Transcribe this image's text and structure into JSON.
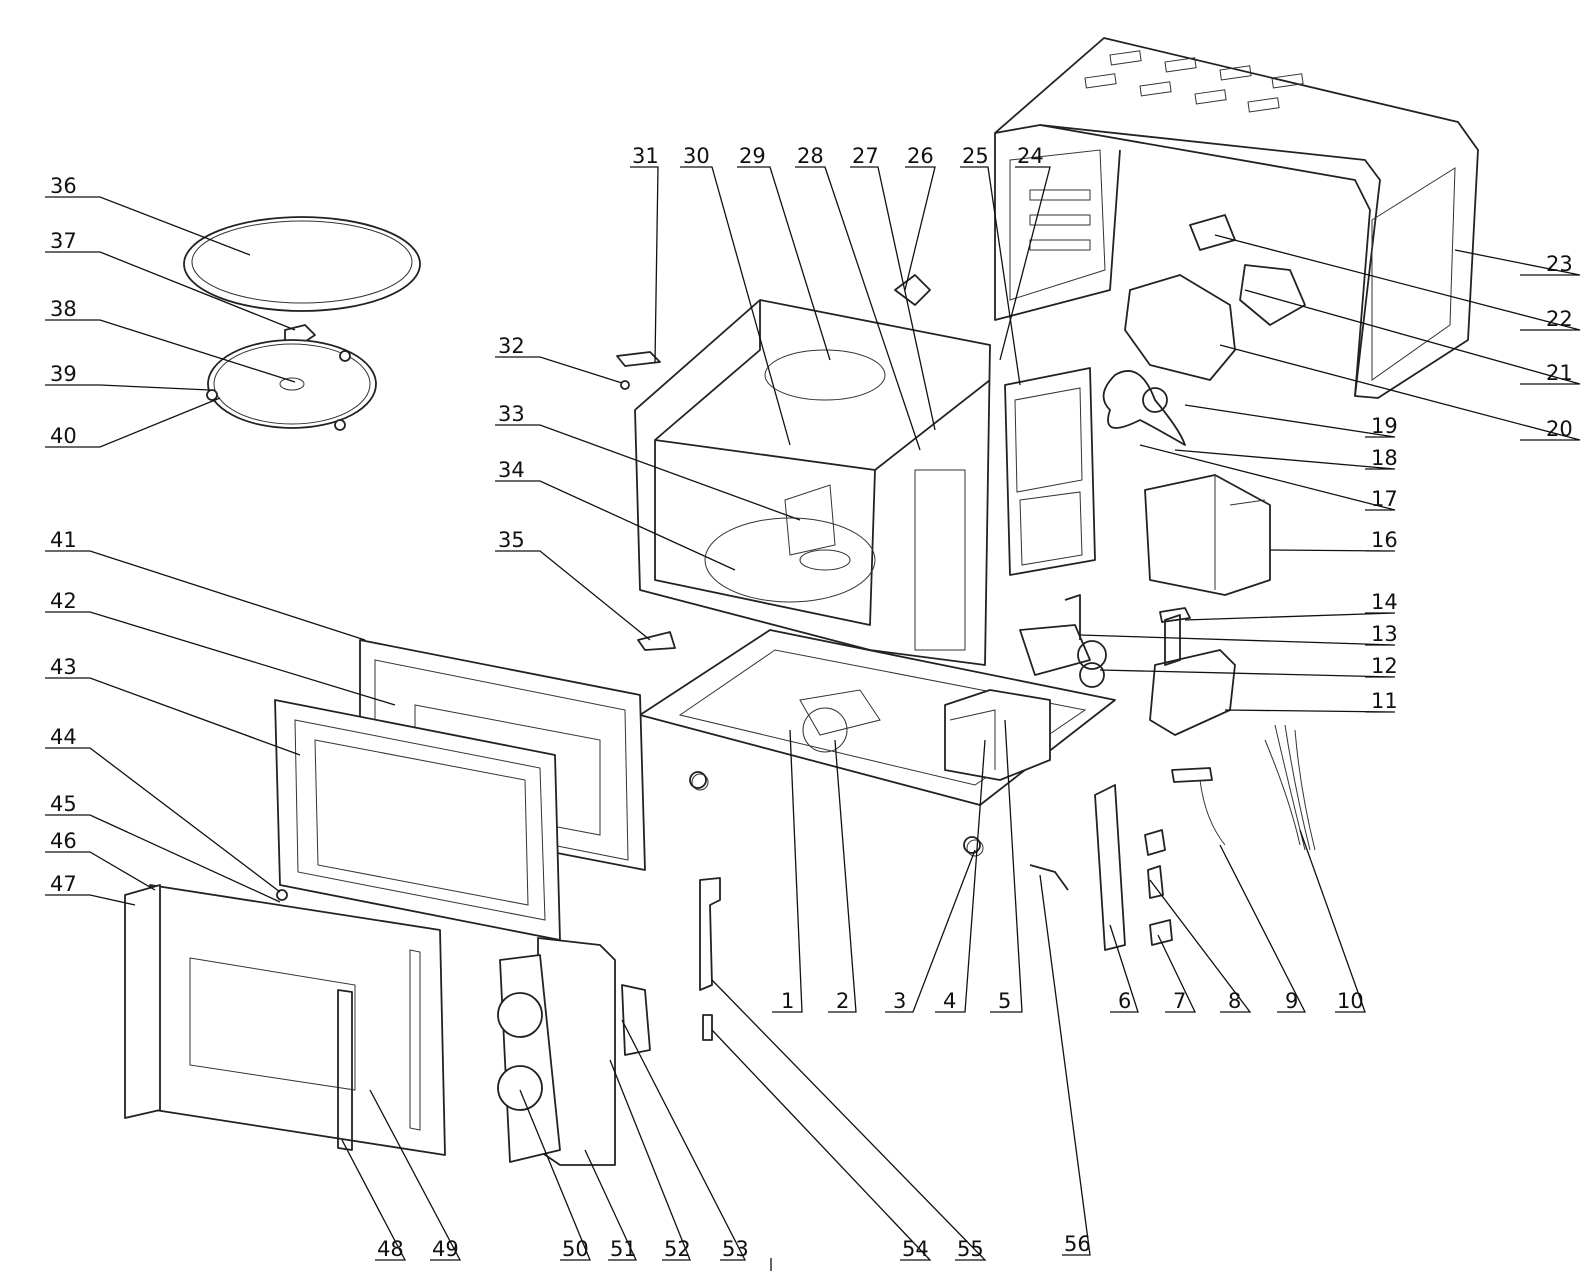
{
  "callouts": {
    "c1": "1",
    "c2": "2",
    "c3": "3",
    "c4": "4",
    "c5": "5",
    "c6": "6",
    "c7": "7",
    "c8": "8",
    "c9": "9",
    "c10": "10",
    "c11": "11",
    "c12": "12",
    "c13": "13",
    "c14": "14",
    "c16": "16",
    "c17": "17",
    "c18": "18",
    "c19": "19",
    "c20": "20",
    "c21": "21",
    "c22": "22",
    "c23": "23",
    "c24": "24",
    "c25": "25",
    "c26": "26",
    "c27": "27",
    "c28": "28",
    "c29": "29",
    "c30": "30",
    "c31": "31",
    "c32": "32",
    "c33": "33",
    "c34": "34",
    "c35": "35",
    "c36": "36",
    "c37": "37",
    "c38": "38",
    "c39": "39",
    "c40": "40",
    "c41": "41",
    "c42": "42",
    "c43": "43",
    "c44": "44",
    "c45": "45",
    "c46": "46",
    "c47": "47",
    "c48": "48",
    "c49": "49",
    "c50": "50",
    "c51": "51",
    "c52": "52",
    "c53": "53",
    "c54": "54",
    "c55": "55",
    "c56": "56"
  },
  "colors": {
    "ink": "#111111",
    "paper": "#ffffff"
  }
}
